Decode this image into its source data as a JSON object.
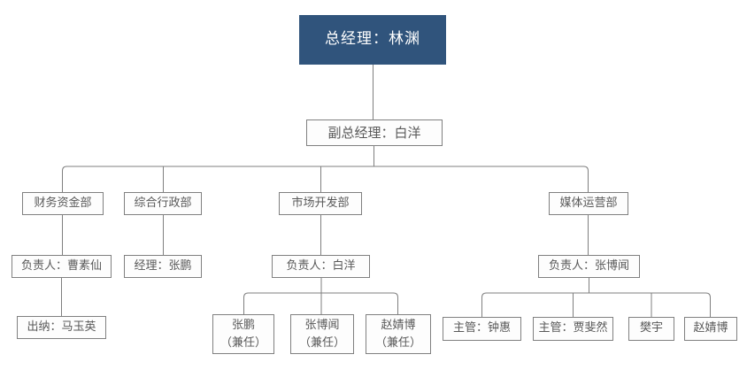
{
  "colors": {
    "root_fill": "#30547C",
    "root_text": "#FFFFFF",
    "node_fill": "#FDFDFD",
    "node_border": "#808080",
    "node_text": "#595959",
    "connector": "#7F7F7F",
    "canvas_bg": "#FFFFFF"
  },
  "chart": {
    "root": {
      "label": "总经理：林渊"
    },
    "deputy": {
      "label": "副总经理：白洋"
    },
    "departments": [
      {
        "label": "财务资金部",
        "head": "负责人：曹素仙",
        "staff": [
          {
            "name": "出纳：马玉英"
          }
        ]
      },
      {
        "label": "综合行政部",
        "head": "经理：张鹏",
        "staff": []
      },
      {
        "label": "市场开发部",
        "head": "负责人：白洋",
        "staff": [
          {
            "name": "张鹏",
            "note": "（兼任）"
          },
          {
            "name": "张博闻",
            "note": "（兼任）"
          },
          {
            "name": "赵婧博",
            "note": "（兼任）"
          }
        ]
      },
      {
        "label": "媒体运营部",
        "head": "负责人：张博闻",
        "staff": [
          {
            "name": "主管：钟惠"
          },
          {
            "name": "主管：贾斐然"
          },
          {
            "name": "樊宇"
          },
          {
            "name": "赵婧博"
          }
        ]
      }
    ]
  }
}
